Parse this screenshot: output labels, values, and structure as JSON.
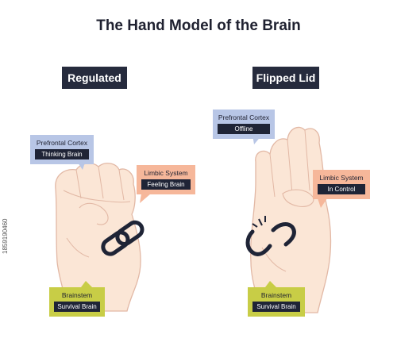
{
  "title": "The Hand Model of the Brain",
  "left": {
    "header": "Regulated",
    "prefrontal": {
      "title": "Prefrontal Cortex",
      "tag": "Thinking Brain"
    },
    "limbic": {
      "title": "Limbic System",
      "tag": "Feeling Brain"
    },
    "brainstem": {
      "title": "Brainstem",
      "tag": "Survival Brain"
    }
  },
  "right": {
    "header": "Flipped Lid",
    "prefrontal": {
      "title": "Prefrontal Cortex",
      "tag": "Offline"
    },
    "limbic": {
      "title": "Limbic System",
      "tag": "In Control"
    },
    "brainstem": {
      "title": "Brainstem",
      "tag": "Survival Brain"
    }
  },
  "side_code": "1859190460",
  "colors": {
    "header": "#262b3d",
    "prefrontal": "#b8c6e6",
    "limbic": "#f6b79a",
    "brainstem": "#c8cd46",
    "skin": "#fbe6d6",
    "outline": "#e2b8a5"
  }
}
